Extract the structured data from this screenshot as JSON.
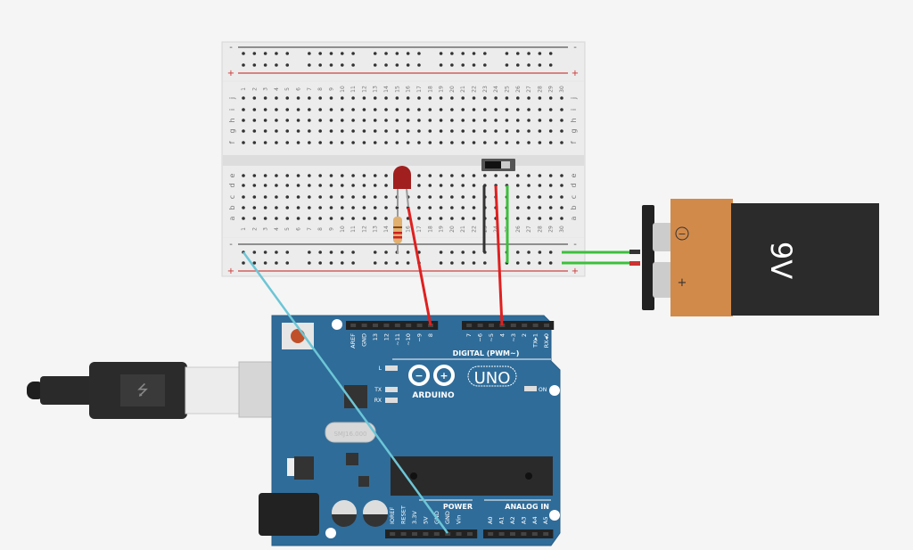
{
  "breadboard": {
    "columns": 30,
    "rows_top": [
      "j",
      "i",
      "h",
      "g",
      "f"
    ],
    "rows_bottom": [
      "e",
      "d",
      "c",
      "b",
      "a"
    ],
    "rail_minus": "-",
    "rail_plus": "+"
  },
  "battery": {
    "label": "9V",
    "minus": "−",
    "plus": "+"
  },
  "arduino": {
    "brand": "ARDUINO",
    "model": "UNO",
    "digital_label": "DIGITAL (PWM~)",
    "digital_pins_left": [
      "AREF",
      "GND",
      "13",
      "12",
      "~11",
      "~10",
      "~9",
      "8"
    ],
    "digital_pins_right": [
      "7",
      "~6",
      "~5",
      "4",
      "~3",
      "2",
      "TX▸1",
      "RX◂0"
    ],
    "power_label": "POWER",
    "power_pins": [
      "IOREF",
      "RESET",
      "3.3V",
      "5V",
      "GND",
      "GND",
      "Vin"
    ],
    "analog_label": "ANALOG IN",
    "analog_pins": [
      "A0",
      "A1",
      "A2",
      "A3",
      "A4",
      "A5"
    ],
    "led_l": "L",
    "led_tx": "TX",
    "led_rx": "RX",
    "led_on": "ON",
    "crystal": "SMJ16.000"
  },
  "colors": {
    "board_blue": "#2f6c99",
    "wire_red": "#e02020",
    "wire_black": "#333333",
    "wire_green": "#3cbf3c",
    "wire_cyan": "#6cc6d6",
    "battery_orange": "#d28a4a",
    "battery_black": "#2b2b2b"
  }
}
